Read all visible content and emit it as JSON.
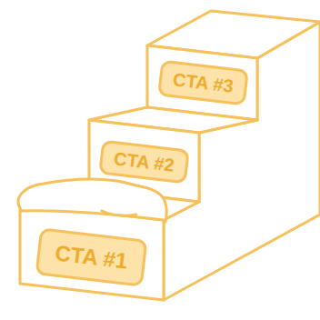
{
  "diagram": {
    "nodes": [
      {
        "text": [
          "CTA #3"
        ]
      },
      {
        "text": [
          "CTA #2"
        ]
      },
      {
        "text": [
          "CTA #1"
        ]
      }
    ]
  }
}
